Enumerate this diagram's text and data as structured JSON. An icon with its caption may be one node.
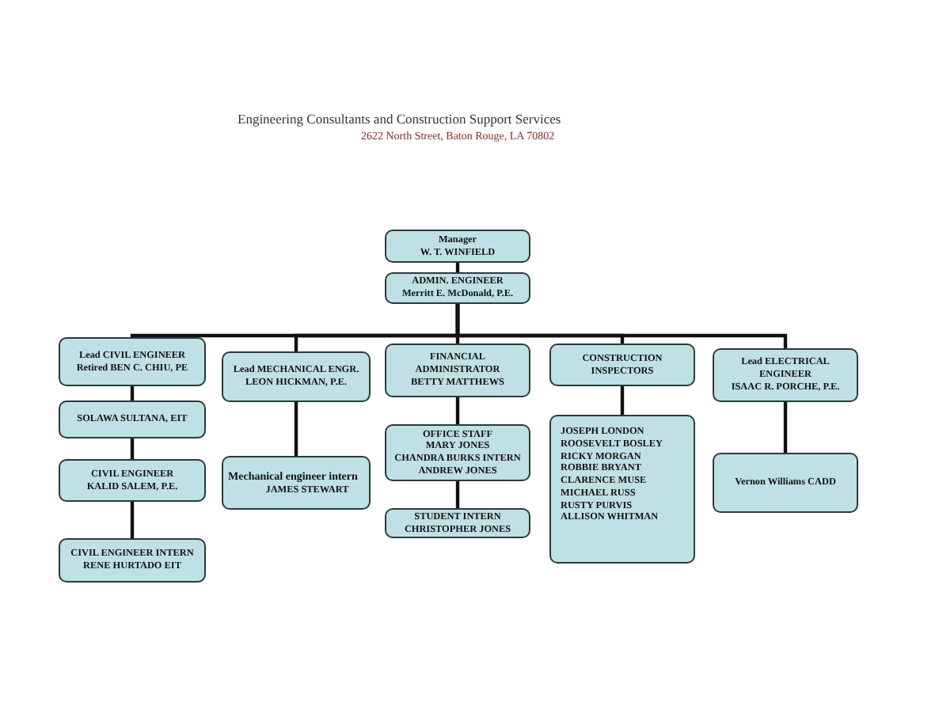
{
  "diagram": {
    "nodes": [
      {
        "text": [
          "Manager",
          "W. T. WINFIELD"
        ]
      },
      {
        "text": [
          "ADMIN. ENGINEER",
          "Merritt E. McDonald, P.E."
        ]
      },
      {
        "text": [
          "Lead CIVIL ENGINEER",
          "Retired BEN C. CHIU, PE"
        ]
      },
      {
        "text": [
          "SOLAWA SULTANA, EIT"
        ]
      },
      {
        "text": [
          "CIVIL ENGINEER",
          "KALID SALEM, P.E."
        ]
      },
      {
        "text": [
          "CIVIL ENGINEER INTERN",
          "RENE HURTADO EIT"
        ]
      },
      {
        "text": [
          "Lead MECHANICAL ENGR.",
          "LEON HICKMAN, P.E."
        ]
      },
      {
        "text": [
          "Mechanical engineer intern",
          "JAMES STEWART"
        ]
      },
      {
        "text": [
          "FINANCIAL ADMINISTRATOR",
          "BETTY MATTHEWS"
        ]
      },
      {
        "text": [
          "OFFICE STAFF",
          "MARY JONES",
          "CHANDRA BURKS INTERN",
          "ANDREW JONES"
        ]
      },
      {
        "text": [
          "STUDENT INTERN",
          "CHRISTOPHER JONES"
        ]
      },
      {
        "text": [
          "CONSTRUCTION INSPECTORS"
        ]
      },
      {
        "text": [
          "JOSEPH LONDON",
          "ROOSEVELT BOSLEY",
          "RICKY MORGAN",
          "ROBBIE BRYANT",
          "CLARENCE MUSE",
          "MICHAEL RUSS",
          "RUSTY PURVIS",
          "ALLISON WHITMAN"
        ]
      },
      {
        "text": [
          "Lead ELECTRICAL ENGINEER",
          "ISAAC R. PORCHE, P.E."
        ]
      },
      {
        "text": [
          "Vernon Williams CADD"
        ]
      }
    ],
    "edges": [
      {
        "from": 0,
        "to": 1,
        "arrow": "none"
      },
      {
        "from": 1,
        "to": 2,
        "arrow": "none"
      },
      {
        "from": 1,
        "to": 6,
        "arrow": "none"
      },
      {
        "from": 1,
        "to": 8,
        "arrow": "none"
      },
      {
        "from": 1,
        "to": 11,
        "arrow": "none"
      },
      {
        "from": 1,
        "to": 13,
        "arrow": "none"
      },
      {
        "from": 2,
        "to": 3,
        "arrow": "none"
      },
      {
        "from": 3,
        "to": 4,
        "arrow": "none"
      },
      {
        "from": 4,
        "to": 5,
        "arrow": "none"
      },
      {
        "from": 6,
        "to": 7,
        "arrow": "none"
      },
      {
        "from": 8,
        "to": 9,
        "arrow": "none"
      },
      {
        "from": 9,
        "to": 10,
        "arrow": "none"
      },
      {
        "from": 11,
        "to": 12,
        "arrow": "none"
      },
      {
        "from": 13,
        "to": 14,
        "arrow": "none"
      }
    ],
    "labels": [
      "Engineering Consultants and Construction Support Services",
      "2622 North Street, Baton Rouge, LA 70802"
    ]
  }
}
